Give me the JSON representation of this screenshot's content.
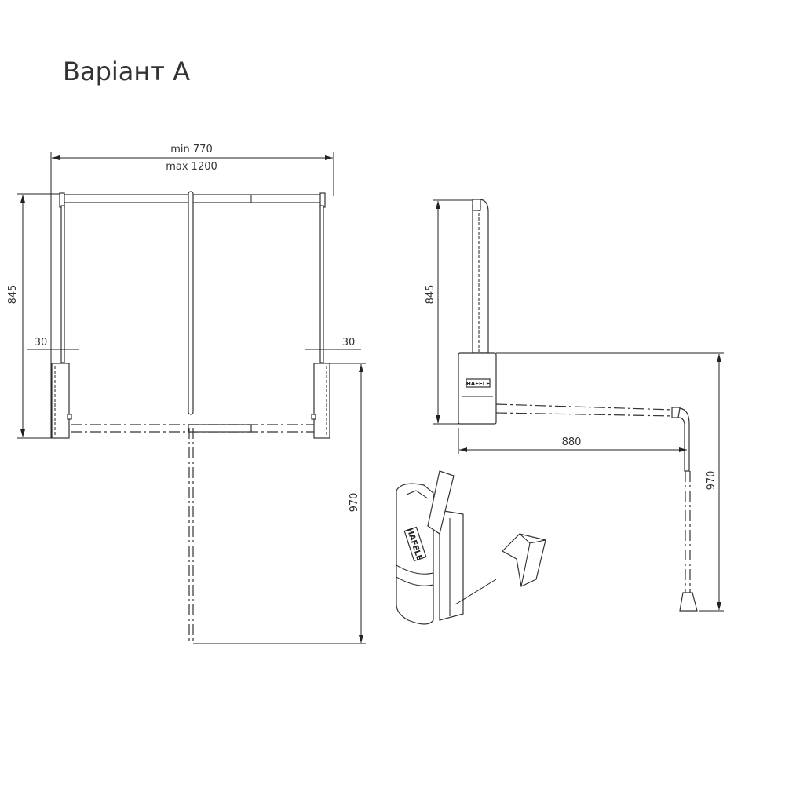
{
  "title": "Варіант A",
  "front_view": {
    "width_min": "min 770",
    "width_max": "max 1200",
    "height": "845",
    "offset_left": "30",
    "offset_right": "30",
    "drop": "970"
  },
  "side_view": {
    "height": "845",
    "depth": "880",
    "drop": "970",
    "logo": "HAFELE"
  },
  "detail_view": {
    "logo": "HAFELE"
  }
}
